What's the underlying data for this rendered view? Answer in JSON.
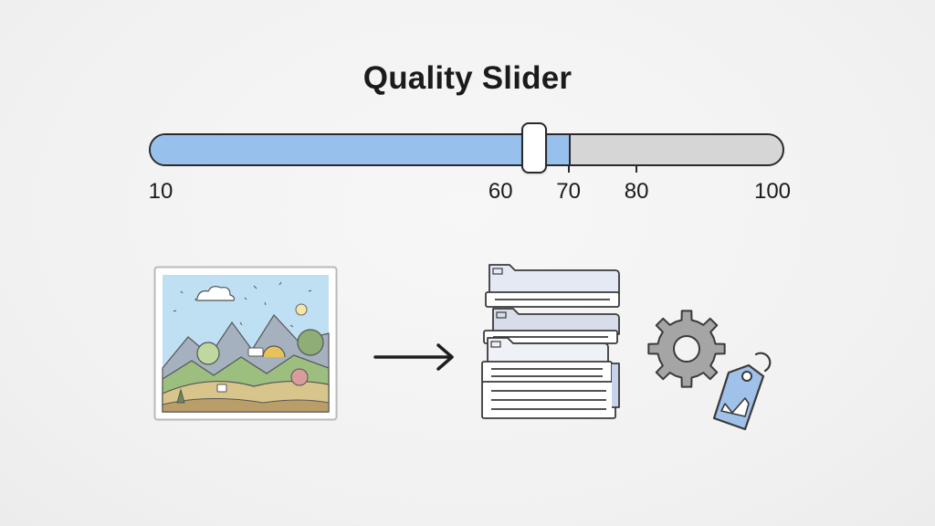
{
  "title": "Quality Slider",
  "slider": {
    "min": 10,
    "max": 100,
    "value": 65,
    "fill_value": 70,
    "ticks": [
      {
        "value": 10,
        "label": "10",
        "show_mark": false
      },
      {
        "value": 60,
        "label": "60",
        "show_mark": false
      },
      {
        "value": 70,
        "label": "70",
        "show_mark": true
      },
      {
        "value": 80,
        "label": "80",
        "show_mark": true
      },
      {
        "value": 100,
        "label": "100",
        "show_mark": false
      }
    ],
    "fill_color": "#97c0ec",
    "track_color": "#d6d6d6"
  },
  "illustration": {
    "source_icon": "landscape-image-icon",
    "arrow_icon": "right-arrow-icon",
    "output_icon": "stacked-documents-icon",
    "settings_icon": "gear-icon",
    "tag_icon": "price-tag-icon"
  },
  "colors": {
    "background": "#f3f3f3",
    "accent_blue": "#97c0ec",
    "outline": "#2a2a2a"
  }
}
